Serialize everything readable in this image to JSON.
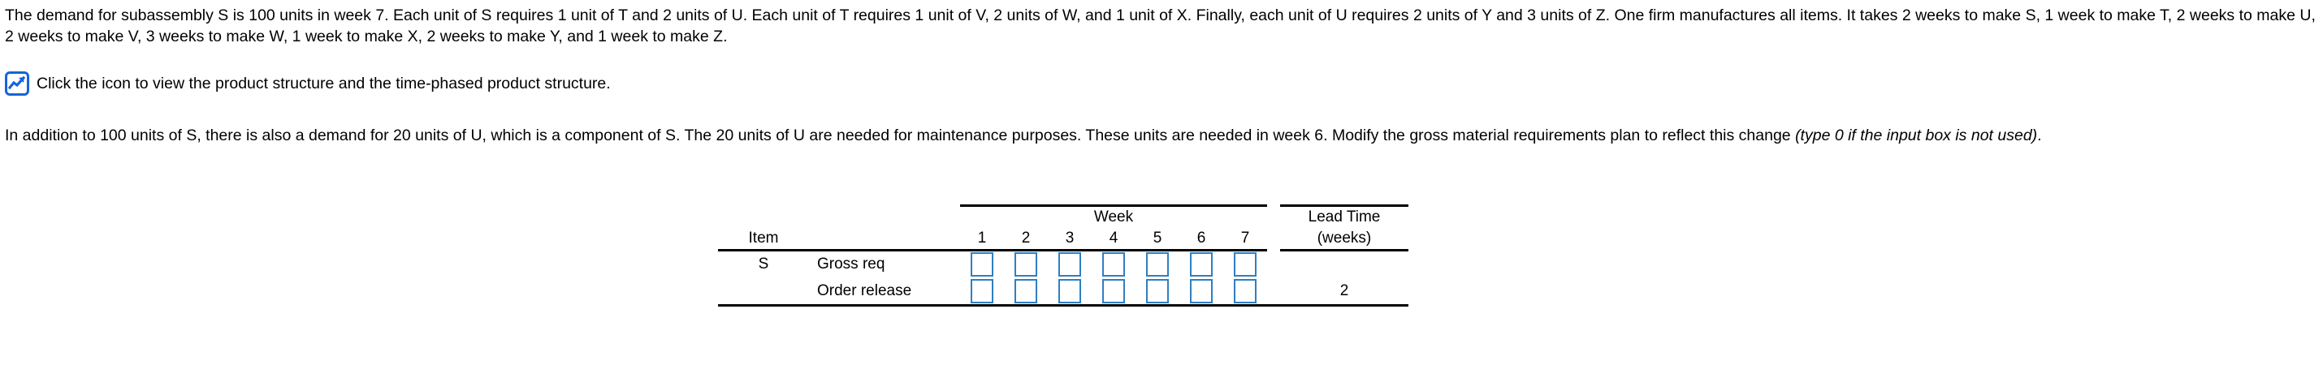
{
  "problem": {
    "paragraph1": "The demand for subassembly S is 100 units in week 7. Each unit of S requires 1 unit of T and 2 units of U. Each unit of T requires 1 unit of V, 2 units of W, and 1 unit of X. Finally, each unit of U requires 2 units of Y and 3 units of Z. One firm manufactures all items. It takes 2 weeks to make S, 1 week to make T, 2 weeks to make U, 2 weeks to make V, 3 weeks to make W, 1 week to make X, 2 weeks to make Y, and 1 week to make Z.",
    "icon_link_text": "Click the icon to view the product structure and the time-phased product structure.",
    "icon_name": "chart-icon",
    "icon_color": "#1565d8",
    "paragraph3_part1": "In addition to 100 units of S, there is also a demand for 20 units of U, which is a component of S. The 20 units of U are needed for maintenance purposes. These units are needed in week 6. Modify the gross material requirements plan to reflect this change ",
    "paragraph3_italic": "(type 0 if the input box is not used)",
    "paragraph3_end": "."
  },
  "table": {
    "group_header_week": "Week",
    "header_item": "Item",
    "header_lead_time_line1": "Lead Time",
    "header_lead_time_line2": "(weeks)",
    "week_columns": [
      "1",
      "2",
      "3",
      "4",
      "5",
      "6",
      "7"
    ],
    "input_border_color": "#2f7fc1",
    "rows": [
      {
        "item": "S",
        "description": "Gross req",
        "inputs": [
          "",
          "",
          "",
          "",
          "",
          "",
          ""
        ],
        "lead_time": ""
      },
      {
        "item": "",
        "description": "Order release",
        "inputs": [
          "",
          "",
          "",
          "",
          "",
          "",
          ""
        ],
        "lead_time": "2"
      }
    ]
  }
}
